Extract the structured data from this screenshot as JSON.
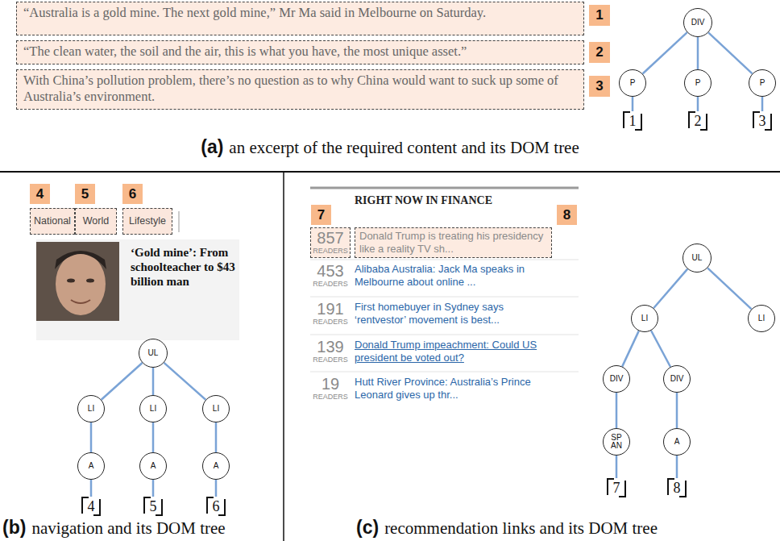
{
  "diagram": {
    "nodes": [
      {
        "text": [
          "“Australia is a gold mine. The next gold mine,” Mr Ma said in Melbourne on Saturday."
        ]
      },
      {
        "text": [
          "1"
        ]
      },
      {
        "text": [
          "“The clean water, the soil and the air, this is what you have, the most unique asset.”"
        ]
      },
      {
        "text": [
          "2"
        ]
      },
      {
        "text": [
          "With China’s pollution problem, there’s no question as to why China would want to suck up some of Australia’s environment."
        ]
      },
      {
        "text": [
          "3"
        ]
      },
      {
        "text": [
          "DIV"
        ]
      },
      {
        "text": [
          "P"
        ]
      },
      {
        "text": [
          "P"
        ]
      },
      {
        "text": [
          "P"
        ]
      },
      {
        "text": [
          "1"
        ]
      },
      {
        "text": [
          "2"
        ]
      },
      {
        "text": [
          "3"
        ]
      },
      {
        "text": [
          "4"
        ]
      },
      {
        "text": [
          "5"
        ]
      },
      {
        "text": [
          "6"
        ]
      },
      {
        "text": [
          "National"
        ]
      },
      {
        "text": [
          "World"
        ]
      },
      {
        "text": [
          "Lifestyle"
        ]
      },
      {
        "text": [
          "UL"
        ]
      },
      {
        "text": [
          "LI"
        ]
      },
      {
        "text": [
          "LI"
        ]
      },
      {
        "text": [
          "LI"
        ]
      },
      {
        "text": [
          "A"
        ]
      },
      {
        "text": [
          "A"
        ]
      },
      {
        "text": [
          "A"
        ]
      },
      {
        "text": [
          "4"
        ]
      },
      {
        "text": [
          "5"
        ]
      },
      {
        "text": [
          "6"
        ]
      },
      {
        "text": [
          "7"
        ]
      },
      {
        "text": [
          "8"
        ]
      },
      {
        "text": [
          "857",
          "READERS"
        ]
      },
      {
        "text": [
          "Donald Trump is treating his presidency like a reality TV sh..."
        ]
      },
      {
        "text": [
          "UL"
        ]
      },
      {
        "text": [
          "LI"
        ]
      },
      {
        "text": [
          "LI"
        ]
      },
      {
        "text": [
          "DIV"
        ]
      },
      {
        "text": [
          "DIV"
        ]
      },
      {
        "text": [
          "SPAN"
        ]
      },
      {
        "text": [
          "A"
        ]
      },
      {
        "text": [
          "7"
        ]
      },
      {
        "text": [
          "8"
        ]
      }
    ],
    "edges": [
      {
        "from": 6,
        "to": 7,
        "arrow": "none"
      },
      {
        "from": 6,
        "to": 8,
        "arrow": "none"
      },
      {
        "from": 6,
        "to": 9,
        "arrow": "none"
      },
      {
        "from": 7,
        "to": 10,
        "arrow": "none"
      },
      {
        "from": 8,
        "to": 11,
        "arrow": "none"
      },
      {
        "from": 9,
        "to": 12,
        "arrow": "none"
      },
      {
        "from": 19,
        "to": 20,
        "arrow": "none"
      },
      {
        "from": 19,
        "to": 21,
        "arrow": "none"
      },
      {
        "from": 19,
        "to": 22,
        "arrow": "none"
      },
      {
        "from": 20,
        "to": 23,
        "arrow": "none"
      },
      {
        "from": 21,
        "to": 24,
        "arrow": "none"
      },
      {
        "from": 22,
        "to": 25,
        "arrow": "none"
      },
      {
        "from": 23,
        "to": 26,
        "arrow": "none"
      },
      {
        "from": 24,
        "to": 27,
        "arrow": "none"
      },
      {
        "from": 25,
        "to": 28,
        "arrow": "none"
      },
      {
        "from": 33,
        "to": 34,
        "arrow": "none"
      },
      {
        "from": 33,
        "to": 35,
        "arrow": "none"
      },
      {
        "from": 34,
        "to": 36,
        "arrow": "none"
      },
      {
        "from": 34,
        "to": 37,
        "arrow": "none"
      },
      {
        "from": 36,
        "to": 38,
        "arrow": "none"
      },
      {
        "from": 37,
        "to": 39,
        "arrow": "none"
      },
      {
        "from": 38,
        "to": 40,
        "arrow": "none"
      },
      {
        "from": 39,
        "to": 41,
        "arrow": "none"
      }
    ],
    "labels": [
      "‘Gold mine’: From schoolteacher to $43 billion man",
      "RIGHT NOW IN FINANCE",
      "453",
      "READERS",
      "Alibaba Australia: Jack Ma speaks in Melbourne about online ...",
      "191",
      "READERS",
      "First homebuyer in Sydney says ‘rentvestor’ movement is best...",
      "139",
      "READERS",
      "Donald Trump impeachment: Could US president be voted out?",
      "19",
      "READERS",
      "Hutt River Province: Australia’s Prince Leonard gives up thr...",
      "(a)",
      "an excerpt of the required content and its DOM tree",
      "(b)",
      "navigation and its DOM tree",
      "(c)",
      "recommendation links and its DOM tree"
    ]
  }
}
